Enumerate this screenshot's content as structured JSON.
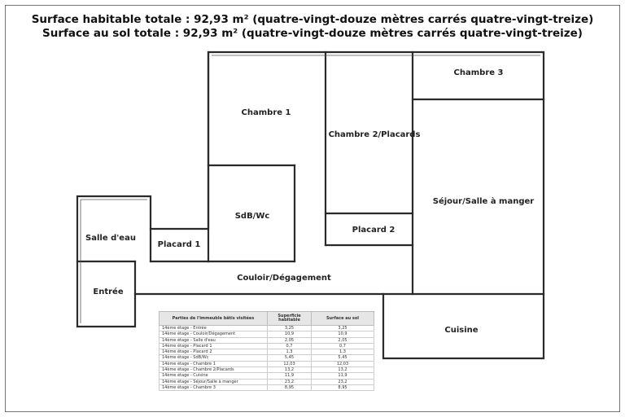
{
  "titles": {
    "living_area": "Surface habitable totale : 92,93 m² (quatre-vingt-douze mètres carrés quatre-vingt-treize)",
    "floor_area": "Surface au sol totale : 92,93 m² (quatre-vingt-douze mètres carrés quatre-vingt-treize)"
  },
  "rooms": {
    "chambre3": "Chambre 3",
    "chambre1": "Chambre 1",
    "chambre2": "Chambre 2/Placards",
    "sejour": "Séjour/Salle à manger",
    "sdb": "SdB/Wc",
    "salle_eau": "Salle d'eau",
    "placard1": "Placard 1",
    "placard2": "Placard 2",
    "couloir": "Couloir/Dégagement",
    "entree": "Entrée",
    "cuisine": "Cuisine"
  },
  "table": {
    "headers": [
      "Parties de l'immeuble bâtis visitées",
      "Superficie habitable",
      "Surface au sol"
    ],
    "rows": [
      [
        "14ème étage - Entrée",
        "3,25",
        "3,25"
      ],
      [
        "14ème étage - Couloir/Dégagement",
        "10,9",
        "10,9"
      ],
      [
        "14ème étage - Salle d'eau",
        "2,05",
        "2,05"
      ],
      [
        "14ème étage - Placard 1",
        "0,7",
        "0,7"
      ],
      [
        "14ème étage - Placard 2",
        "1,3",
        "1,3"
      ],
      [
        "14ème étage - SdB/Wc",
        "5,45",
        "5,45"
      ],
      [
        "14ème étage - Chambre 1",
        "12,03",
        "12,03"
      ],
      [
        "14ème étage - Chambre 2/Placards",
        "13,2",
        "13,2"
      ],
      [
        "14ème étage - Cuisine",
        "11,9",
        "11,9"
      ],
      [
        "14ème étage - Séjour/Salle à manger",
        "23,2",
        "23,2"
      ],
      [
        "14ème étage - Chambre 3",
        "8,95",
        "8,95"
      ]
    ]
  }
}
